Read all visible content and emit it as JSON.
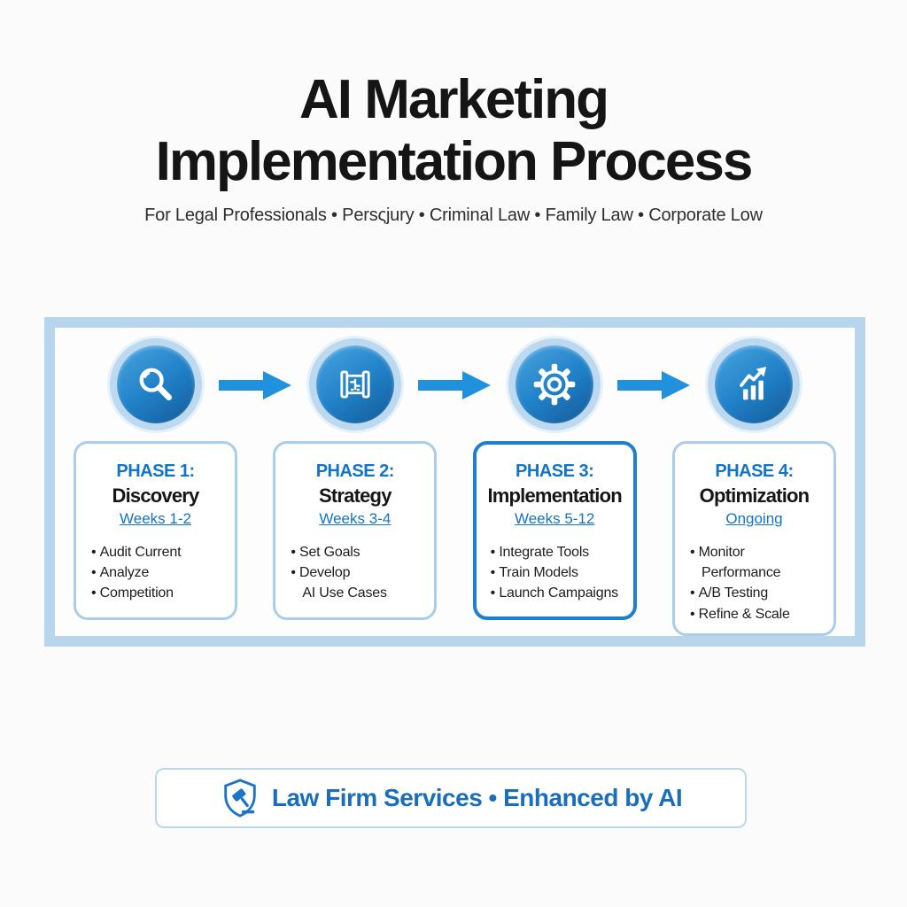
{
  "header": {
    "title_line1": "AI Marketing",
    "title_line2": "Implementation Process",
    "subtitle": "For Legal Professionals • Persςjury • Criminal Law • Family Law • Corporate Low"
  },
  "process": {
    "phases": [
      {
        "icon": "search-icon",
        "label": "PHASE 1:",
        "name": "Discovery",
        "duration": "Weeks 1-2",
        "bullets": [
          "Audit Current",
          "Analyze",
          "Competition"
        ],
        "highlighted": false
      },
      {
        "icon": "blueprint-icon",
        "label": "PHASE 2:",
        "name": "Strategy",
        "duration": "Weeks 3-4",
        "bullets": [
          "Set Goals",
          "Develop\nAI Use Cases"
        ],
        "highlighted": false
      },
      {
        "icon": "gear-icon",
        "label": "PHASE 3:",
        "name": "Implementation",
        "duration": "Weeks 5-12",
        "bullets": [
          "Integrate Tools",
          "Train Models",
          "Launch Campaigns"
        ],
        "highlighted": true
      },
      {
        "icon": "growth-chart-icon",
        "label": "PHASE 4:",
        "name": "Optimization",
        "duration": "Ongoing",
        "bullets": [
          "Monitor Performance",
          "A/B Testing",
          "Refine & Scale"
        ],
        "highlighted": false
      }
    ]
  },
  "footer": {
    "icon": "shield-gavel-icon",
    "text": "Law Firm Services • Enhanced by AI"
  },
  "colors": {
    "title_text": "#151515",
    "heading_blue": "#1374c6",
    "accent_blue": "#1e7fd0",
    "arrow_blue": "#2191dd",
    "panel_border": "#b7d5ec",
    "card_border": "#a9cdea",
    "icon_gradient_start": "#4aa5e0",
    "icon_gradient_end": "#135a97",
    "icon_ring": "#bcd9f0",
    "footer_text": "#1a6ebd"
  }
}
